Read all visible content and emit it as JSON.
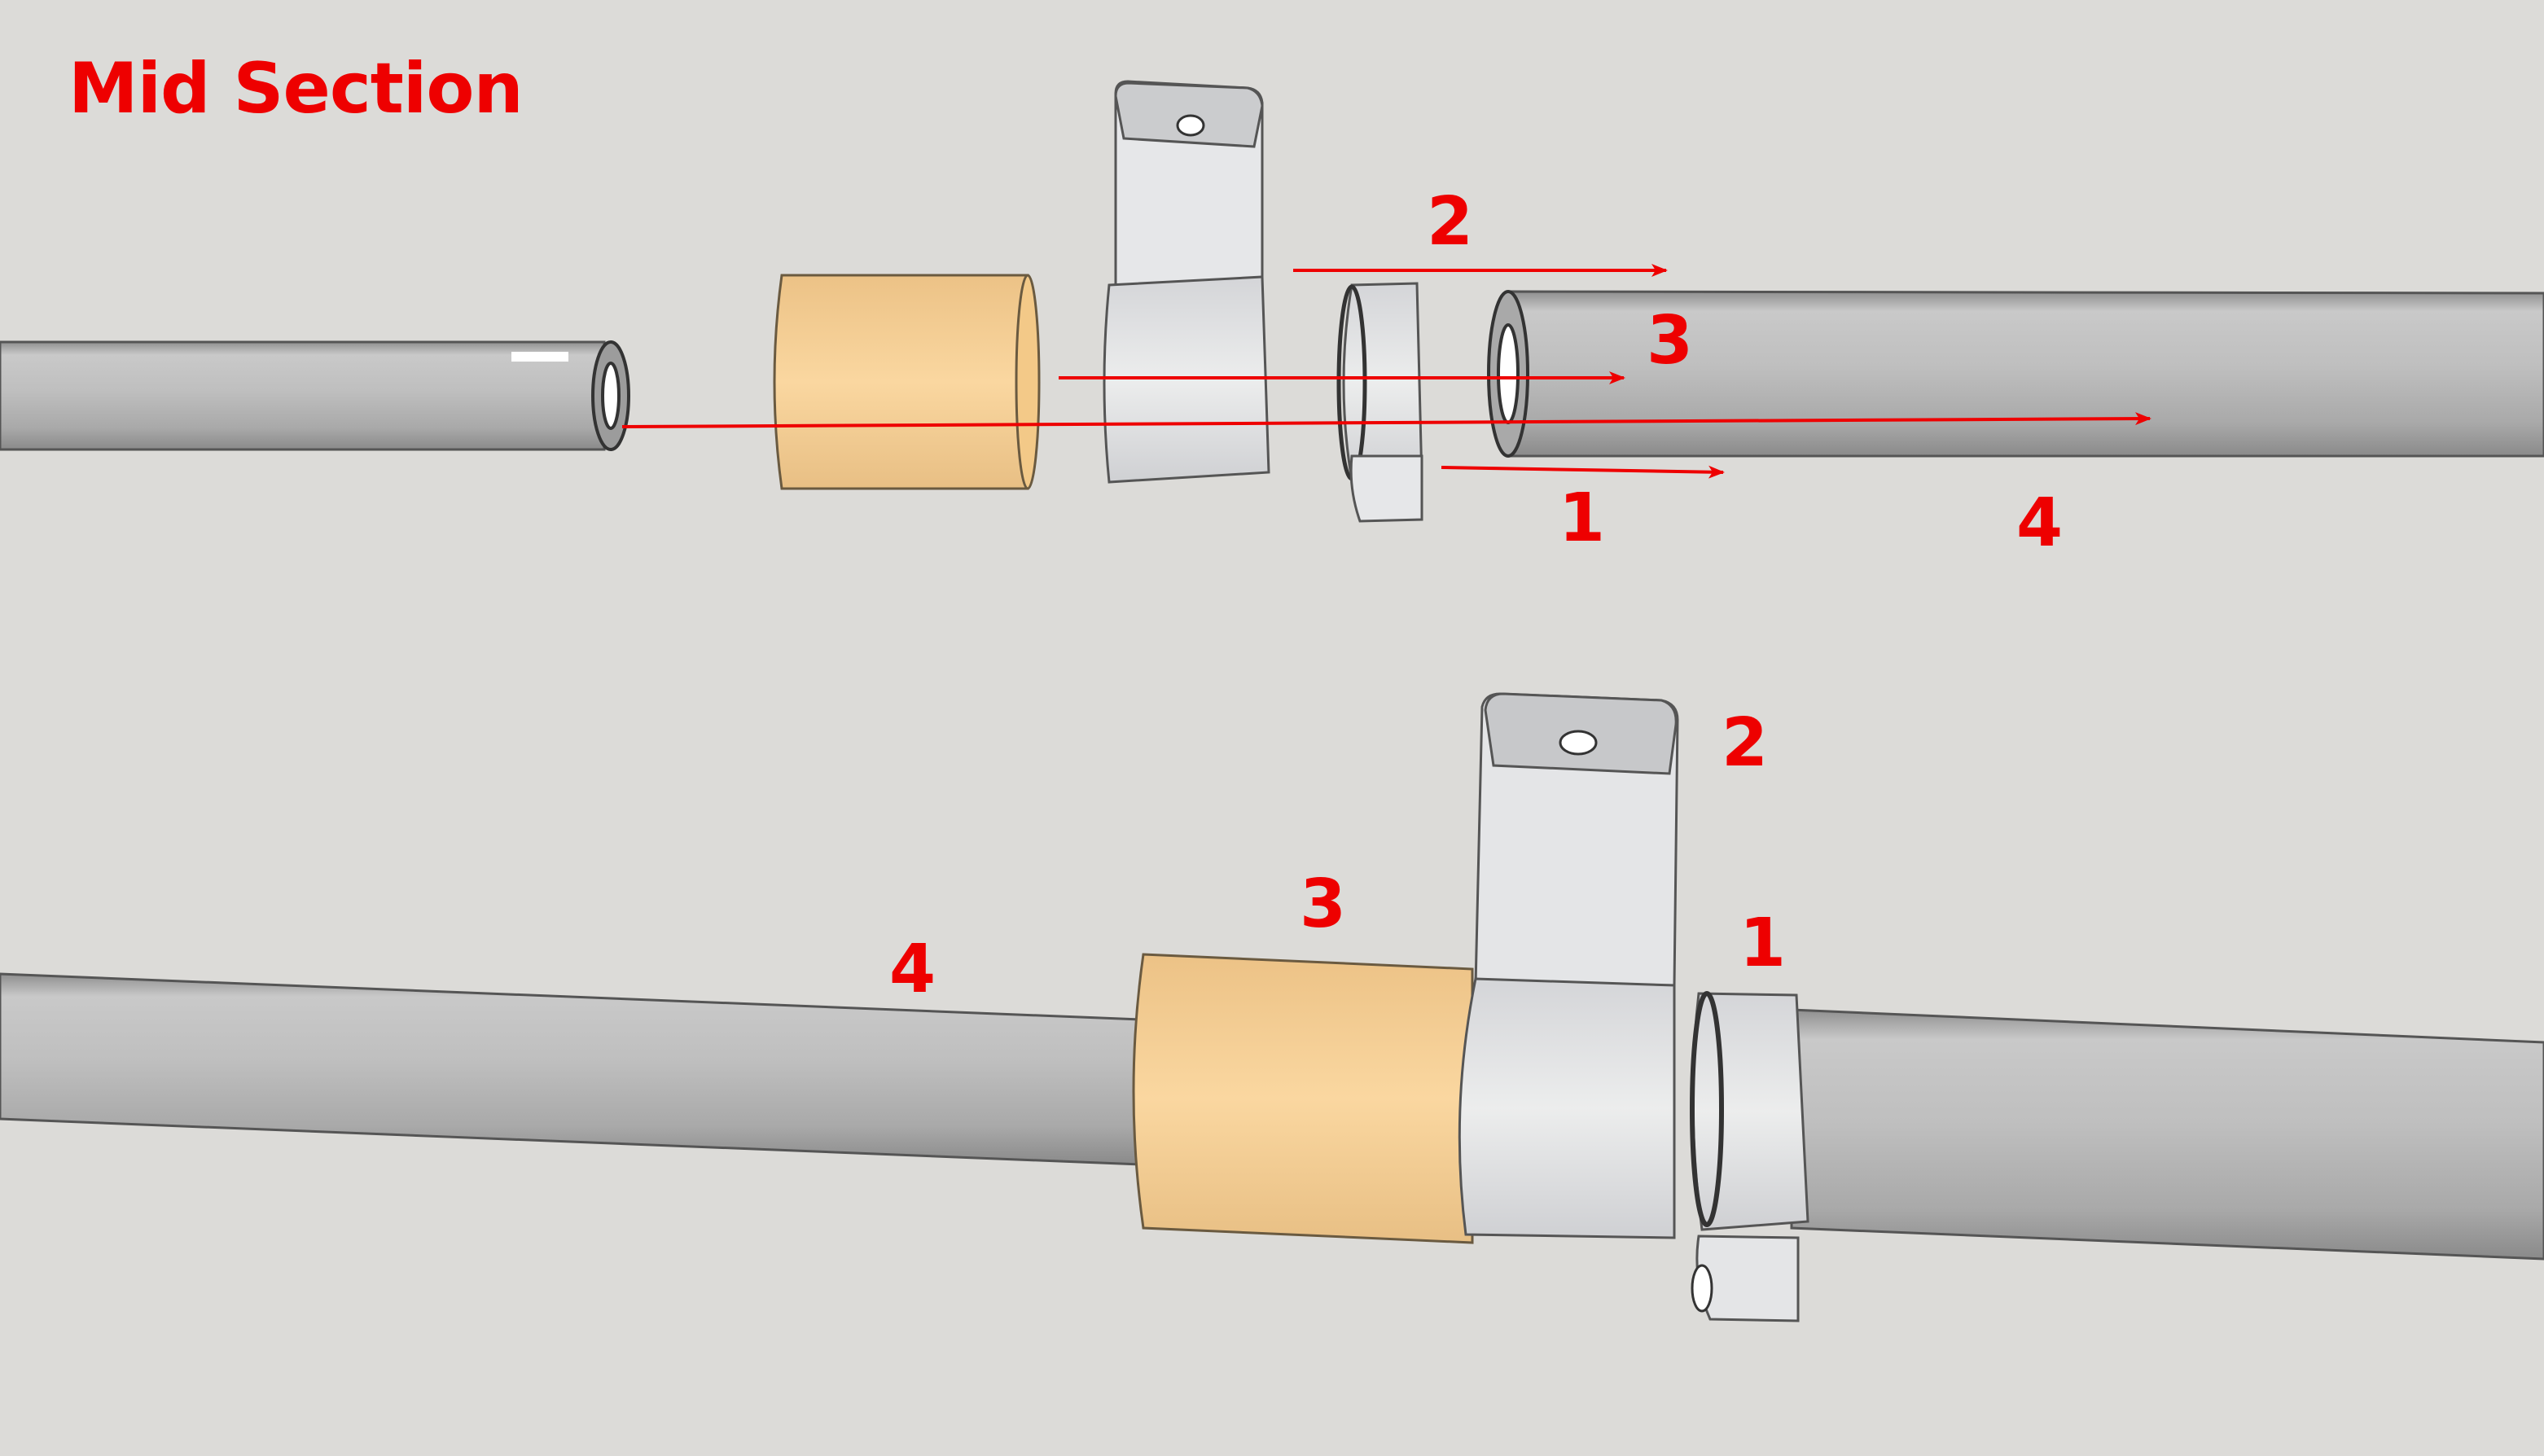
{
  "title": "Mid Section",
  "exploded_view": {
    "labels": {
      "part1": "1",
      "part2": "2",
      "part3": "3",
      "part4": "4"
    }
  },
  "assembled_view": {
    "labels": {
      "part1": "1",
      "part2": "2",
      "part3": "3",
      "part4": "4"
    }
  },
  "colors": {
    "annotation_red": "#ee0000",
    "background": "#dcdbd8",
    "tube_gray": "#b9b9b9",
    "bushing_tan": "#f2cf95",
    "bracket_light": "#e4e5e7"
  }
}
